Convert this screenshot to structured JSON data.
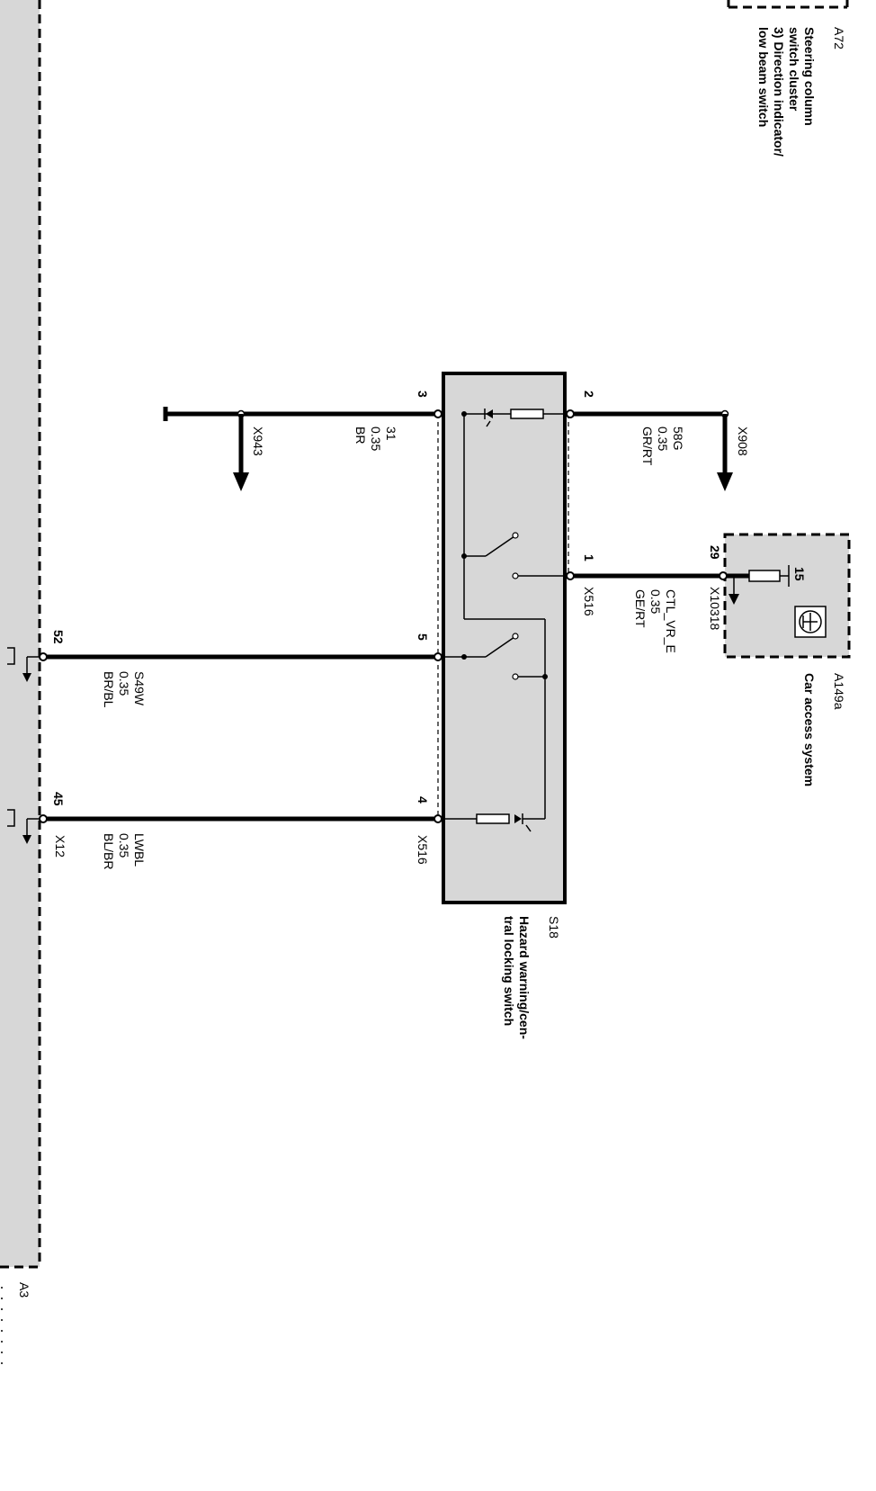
{
  "components": {
    "a72": {
      "id": "A72",
      "lines": [
        "Steering column",
        "switch cluster",
        "3) Direction indicator/",
        "low beam  switch"
      ]
    },
    "a149a": {
      "id": "A149a",
      "name": "Car access system"
    },
    "s18": {
      "id": "S18",
      "lines": [
        "Hazard warning/cen-",
        "tral locking switch"
      ]
    },
    "a3": {
      "id": "A3"
    }
  },
  "connectors": {
    "x908": "X908",
    "x943": "X943",
    "x10318": "X10318",
    "x516_top": "X516",
    "x516_bottom": "X516",
    "x12": "X12"
  },
  "pins": {
    "s18_2": "2",
    "s18_3": "3",
    "s18_1": "1",
    "s18_5": "5",
    "s18_4": "4",
    "a149a_29": "29",
    "a149a_15": "15",
    "a3_52": "52",
    "a3_45": "45"
  },
  "wires": {
    "w58g": {
      "signal": "58G",
      "gauge": "0.35",
      "color": "GR/RT"
    },
    "w31": {
      "signal": "31",
      "gauge": "0.35",
      "color": "BR"
    },
    "wctl": {
      "signal": "CTL_VR_E",
      "gauge": "0.35",
      "color": "GE/RT"
    },
    "ws49w": {
      "signal": "S49W",
      "gauge": "0.35",
      "color": "BR/BL"
    },
    "wlwbl": {
      "signal": "LWBL",
      "gauge": "0.35",
      "color": "BL/BR"
    }
  },
  "colors": {
    "component_fill": "#d7d7d7",
    "line": "#000000",
    "background": "#ffffff"
  }
}
